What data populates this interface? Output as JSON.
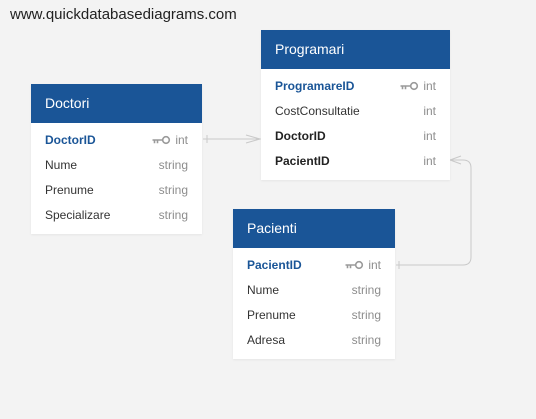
{
  "watermark": "www.quickdatabasediagrams.com",
  "tables": {
    "doctori": {
      "title": "Doctori",
      "columns": [
        {
          "name": "DoctorID",
          "type": "int",
          "key": "primary"
        },
        {
          "name": "Nume",
          "type": "string"
        },
        {
          "name": "Prenume",
          "type": "string"
        },
        {
          "name": "Specializare",
          "type": "string"
        }
      ]
    },
    "programari": {
      "title": "Programari",
      "columns": [
        {
          "name": "ProgramareID",
          "type": "int",
          "key": "primary"
        },
        {
          "name": "CostConsultatie",
          "type": "int"
        },
        {
          "name": "DoctorID",
          "type": "int",
          "key": "foreign"
        },
        {
          "name": "PacientID",
          "type": "int",
          "key": "foreign"
        }
      ]
    },
    "pacienti": {
      "title": "Pacienti",
      "columns": [
        {
          "name": "PacientID",
          "type": "int",
          "key": "primary"
        },
        {
          "name": "Nume",
          "type": "string"
        },
        {
          "name": "Prenume",
          "type": "string"
        },
        {
          "name": "Adresa",
          "type": "string"
        }
      ]
    }
  },
  "relationships": [
    {
      "from": "Programari.DoctorID",
      "to": "Doctori.DoctorID",
      "cardinality": "many-to-one"
    },
    {
      "from": "Programari.PacientID",
      "to": "Pacienti.PacientID",
      "cardinality": "many-to-one"
    }
  ],
  "colors": {
    "header": "#1a5597",
    "primary_key": "#1a5597",
    "type_text": "#8d8d8d",
    "connector": "#c9c9c9",
    "background": "#f3f3f3"
  },
  "icons": {
    "primary_key": "key-icon"
  }
}
